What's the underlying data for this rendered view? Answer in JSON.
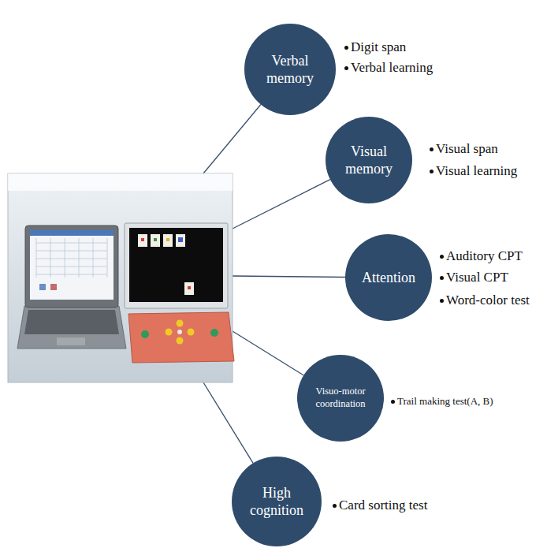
{
  "diagram": {
    "nodes": [
      {
        "text": [
          "Verbal memory"
        ]
      },
      {
        "text": [
          "Visual memory"
        ]
      },
      {
        "text": [
          "Attention"
        ]
      },
      {
        "text": [
          "Visuo-motor coordination"
        ]
      },
      {
        "text": [
          "High cognition"
        ]
      }
    ],
    "labels": [
      "Digit span",
      "Verbal learning",
      "Visual span",
      "Visual learning",
      "Auditory CPT",
      "Visual CPT",
      "Word-color test",
      "Trail making test(A, B)",
      "Card sorting test"
    ]
  }
}
